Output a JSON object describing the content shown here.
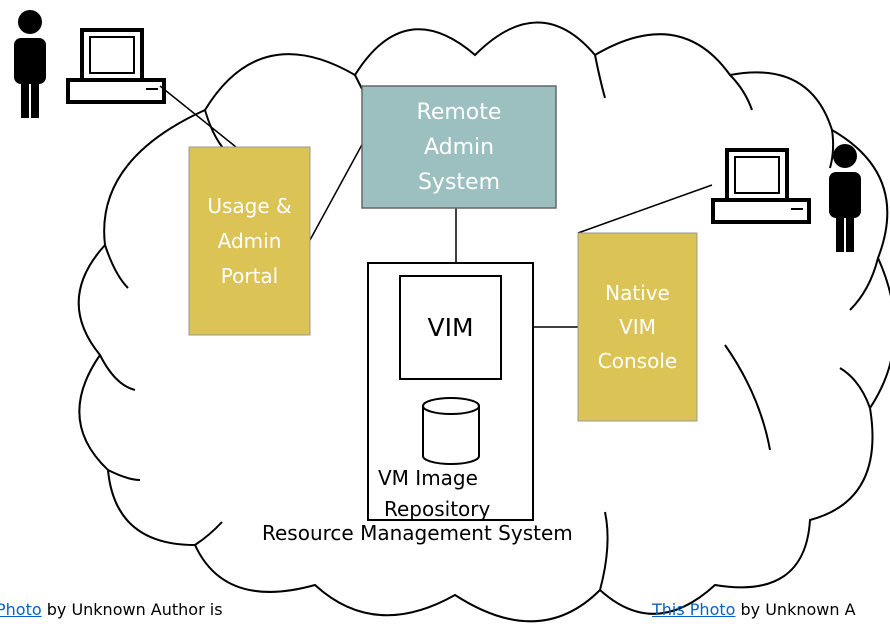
{
  "boxes": {
    "remote_admin": {
      "lines": [
        "Remote",
        "Admin",
        "System"
      ],
      "color": "#9cbfbf"
    },
    "usage_portal": {
      "lines": [
        "Usage &",
        "Admin",
        "Portal"
      ],
      "color": "#dbc455"
    },
    "native_console": {
      "lines": [
        "Native",
        "VIM",
        "Console"
      ],
      "color": "#dbc455"
    },
    "vim": {
      "label": "VIM"
    }
  },
  "repository": {
    "line1": "VM Image",
    "line2": "Repository"
  },
  "resource_system": {
    "label": "Resource Management System"
  },
  "credits": {
    "left": {
      "link": "Photo",
      "text": " by Unknown Author is"
    },
    "right": {
      "link": "This Photo",
      "text": " by Unknown A"
    }
  },
  "icons": [
    "person-icon",
    "computer-icon",
    "database-icon",
    "cloud-shape"
  ]
}
